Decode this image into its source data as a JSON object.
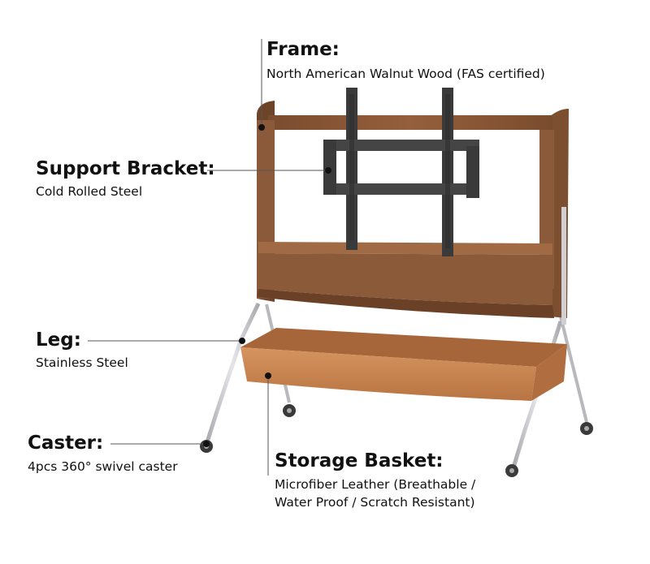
{
  "callouts": {
    "frame": {
      "title": "Frame:",
      "desc": "North American Walnut Wood (FAS certified)"
    },
    "bracket": {
      "title": "Support Bracket:",
      "desc": "Cold Rolled Steel"
    },
    "leg": {
      "title": "Leg:",
      "desc": "Stainless Steel"
    },
    "caster": {
      "title": "Caster:",
      "desc": "4pcs 360° swivel caster"
    },
    "basket": {
      "title": "Storage Basket:",
      "desc_line1": "Microfiber Leather (Breathable /",
      "desc_line2": "Water Proof / Scratch Resistant)"
    }
  },
  "colors": {
    "walnut": "#8a5a3a",
    "walnut_dark": "#6e4428",
    "leather": "#c98650",
    "steel": "#c8c8cc",
    "bracket": "#3a3a3a"
  }
}
